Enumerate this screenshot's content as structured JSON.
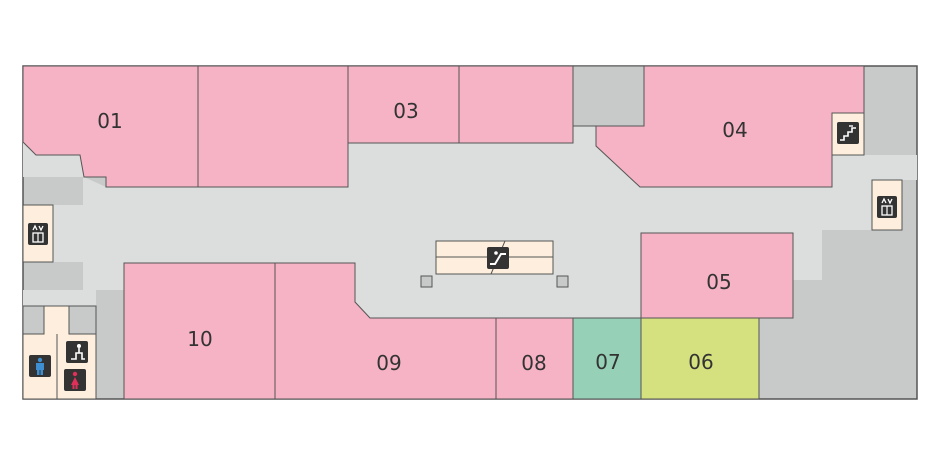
{
  "colors": {
    "shop": "#f5b3c5",
    "corridor": "#dcdddd",
    "service": "#c8c9c9",
    "stroke": "#555555",
    "facility": "#fdeedd",
    "icon_bg": "#333333",
    "unit_07": "#96d0b7",
    "unit_06": "#d5e07f",
    "male": "#3d8fd1",
    "female": "#e0305a"
  },
  "units": [
    {
      "id": "01",
      "label": "01"
    },
    {
      "id": "03",
      "label": "03"
    },
    {
      "id": "04",
      "label": "04"
    },
    {
      "id": "05",
      "label": "05"
    },
    {
      "id": "06",
      "label": "06"
    },
    {
      "id": "07",
      "label": "07"
    },
    {
      "id": "08",
      "label": "08"
    },
    {
      "id": "09",
      "label": "09"
    },
    {
      "id": "10",
      "label": "10"
    }
  ],
  "icons": [
    {
      "name": "elevator-icon"
    },
    {
      "name": "elevator-icon"
    },
    {
      "name": "stairs-icon"
    },
    {
      "name": "escalator-icon"
    },
    {
      "name": "multipurpose-restroom-icon"
    },
    {
      "name": "male-restroom-icon"
    },
    {
      "name": "female-restroom-icon"
    }
  ]
}
